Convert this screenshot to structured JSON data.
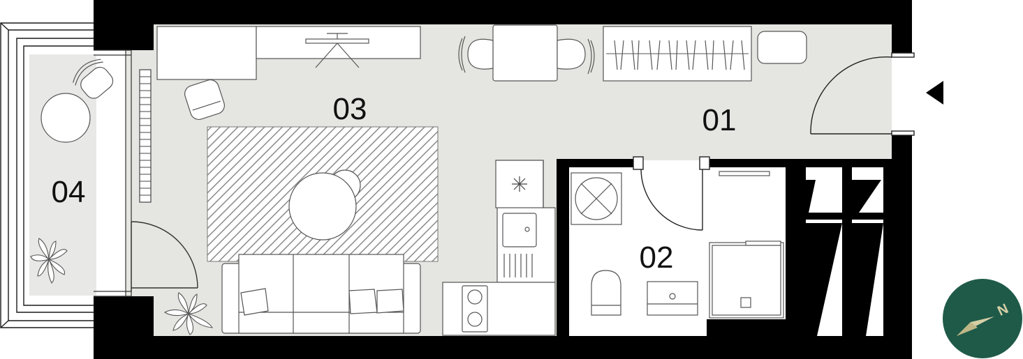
{
  "rooms": [
    {
      "id": "01",
      "label": "01"
    },
    {
      "id": "02",
      "label": "02"
    },
    {
      "id": "03",
      "label": "03"
    },
    {
      "id": "04",
      "label": "04"
    }
  ],
  "compass": {
    "letter": "N",
    "color": "#1f5a49"
  },
  "colors": {
    "floor": "#e5e6e1",
    "wall": "#000000",
    "rug_hatch": "#8a8a8a"
  }
}
